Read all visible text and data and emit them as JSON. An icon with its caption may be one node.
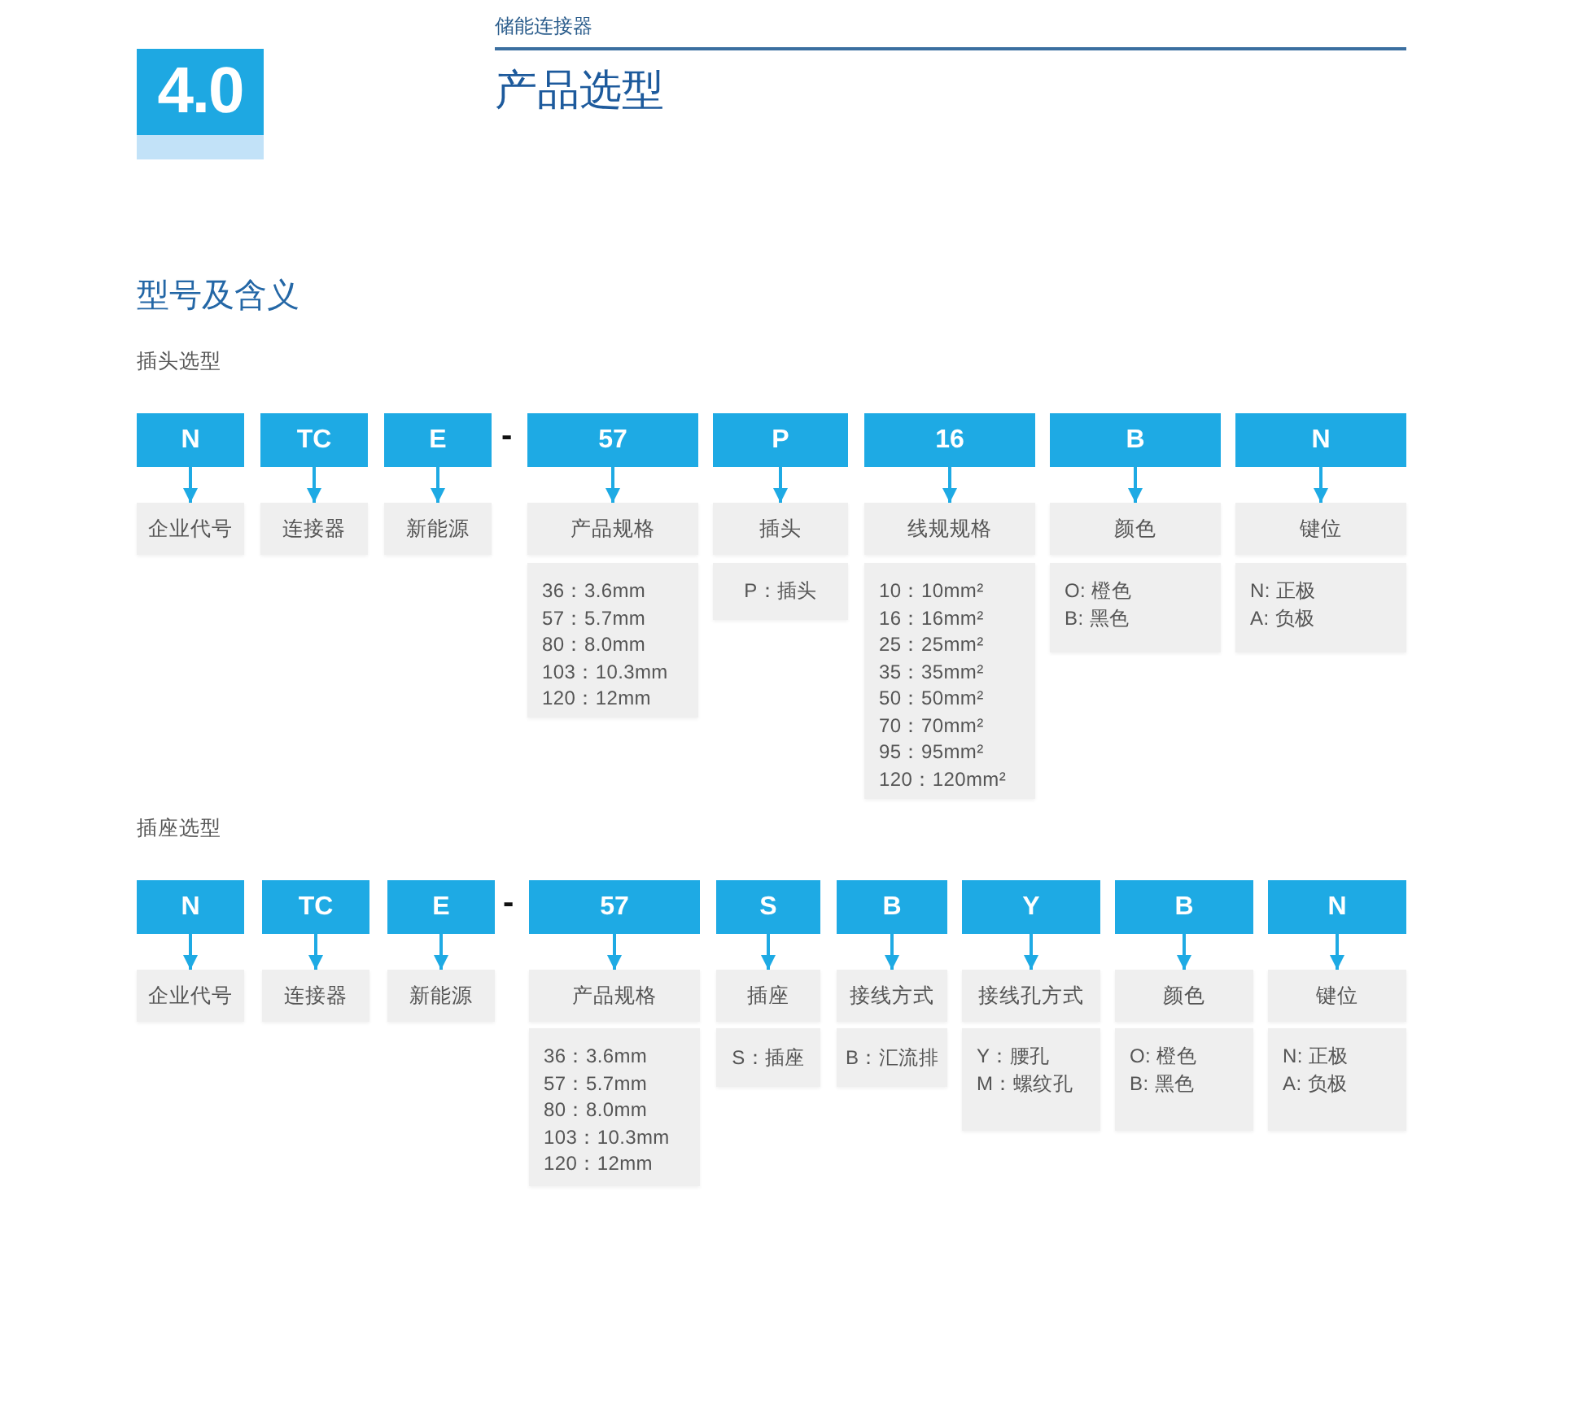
{
  "diagram": {
    "title": "产品选型",
    "nodes": [
      {
        "text": [
          "4.0"
        ]
      },
      {
        "text": [
          "N"
        ]
      },
      {
        "text": [
          "TC"
        ]
      },
      {
        "text": [
          "E"
        ]
      },
      {
        "text": [
          "57"
        ]
      },
      {
        "text": [
          "P"
        ]
      },
      {
        "text": [
          "16"
        ]
      },
      {
        "text": [
          "B"
        ]
      },
      {
        "text": [
          "N"
        ]
      },
      {
        "text": [
          "企业代号"
        ]
      },
      {
        "text": [
          "连接器"
        ]
      },
      {
        "text": [
          "新能源"
        ]
      },
      {
        "text": [
          "产品规格"
        ]
      },
      {
        "text": [
          "插头"
        ]
      },
      {
        "text": [
          "线规规格"
        ]
      },
      {
        "text": [
          "颜色"
        ]
      },
      {
        "text": [
          "键位"
        ]
      },
      {
        "text": [
          "36：3.6mm",
          "57：5.7mm",
          "80：8.0mm",
          "103：10.3mm",
          "120：12mm"
        ]
      },
      {
        "text": [
          "P：插头"
        ]
      },
      {
        "text": [
          "10：10mm²",
          "16：16mm²",
          "25：25mm²",
          "35：35mm²",
          "50：50mm²",
          "70：70mm²",
          "95：95mm²",
          "120：120mm²"
        ]
      },
      {
        "text": [
          "O: 橙色",
          "B: 黑色"
        ]
      },
      {
        "text": [
          "N: 正极",
          "A: 负极"
        ]
      },
      {
        "text": [
          "N"
        ]
      },
      {
        "text": [
          "TC"
        ]
      },
      {
        "text": [
          "E"
        ]
      },
      {
        "text": [
          "57"
        ]
      },
      {
        "text": [
          "S"
        ]
      },
      {
        "text": [
          "B"
        ]
      },
      {
        "text": [
          "Y"
        ]
      },
      {
        "text": [
          "B"
        ]
      },
      {
        "text": [
          "N"
        ]
      },
      {
        "text": [
          "企业代号"
        ]
      },
      {
        "text": [
          "连接器"
        ]
      },
      {
        "text": [
          "新能源"
        ]
      },
      {
        "text": [
          "产品规格"
        ]
      },
      {
        "text": [
          "插座"
        ]
      },
      {
        "text": [
          "接线方式"
        ]
      },
      {
        "text": [
          "接线孔方式"
        ]
      },
      {
        "text": [
          "颜色"
        ]
      },
      {
        "text": [
          "键位"
        ]
      },
      {
        "text": [
          "36：3.6mm",
          "57：5.7mm",
          "80：8.0mm",
          "103：10.3mm",
          "120：12mm"
        ]
      },
      {
        "text": [
          "S：插座"
        ]
      },
      {
        "text": [
          "B：汇流排"
        ]
      },
      {
        "text": [
          "Y：腰孔",
          "M：螺纹孔"
        ]
      },
      {
        "text": [
          "O: 橙色",
          "B: 黑色"
        ]
      },
      {
        "text": [
          "N: 正极",
          "A: 负极"
        ]
      }
    ],
    "edges": [
      {
        "from": 1,
        "to": 9,
        "arrow": "to"
      },
      {
        "from": 2,
        "to": 10,
        "arrow": "to"
      },
      {
        "from": 3,
        "to": 11,
        "arrow": "to"
      },
      {
        "from": 4,
        "to": 12,
        "arrow": "to"
      },
      {
        "from": 5,
        "to": 13,
        "arrow": "to"
      },
      {
        "from": 6,
        "to": 14,
        "arrow": "to"
      },
      {
        "from": 7,
        "to": 15,
        "arrow": "to"
      },
      {
        "from": 8,
        "to": 16,
        "arrow": "to"
      },
      {
        "from": 22,
        "to": 31,
        "arrow": "to"
      },
      {
        "from": 23,
        "to": 32,
        "arrow": "to"
      },
      {
        "from": 24,
        "to": 33,
        "arrow": "to"
      },
      {
        "from": 25,
        "to": 34,
        "arrow": "to"
      },
      {
        "from": 26,
        "to": 35,
        "arrow": "to"
      },
      {
        "from": 27,
        "to": 36,
        "arrow": "to"
      },
      {
        "from": 28,
        "to": 37,
        "arrow": "to"
      },
      {
        "from": 29,
        "to": 38,
        "arrow": "to"
      },
      {
        "from": 30,
        "to": 39,
        "arrow": "to"
      }
    ],
    "labels": [
      "储能连接器",
      "型号及含义",
      "插头选型",
      "-",
      "插座选型",
      "-"
    ]
  }
}
